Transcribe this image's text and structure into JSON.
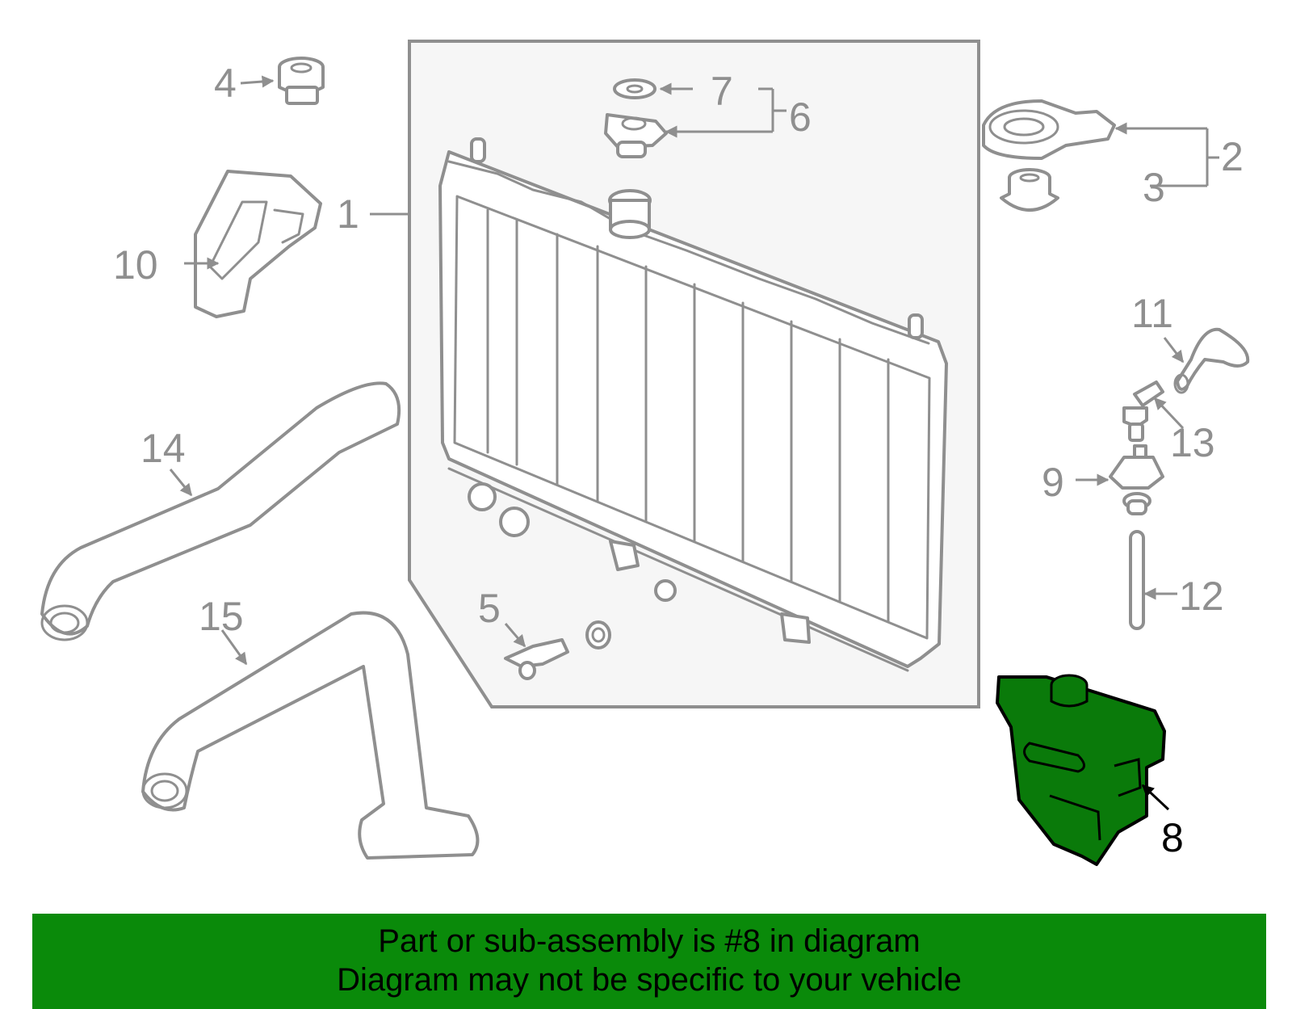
{
  "callouts": {
    "c1": "1",
    "c2": "2",
    "c3": "3",
    "c4": "4",
    "c5": "5",
    "c6": "6",
    "c7": "7",
    "c8": "8",
    "c9": "9",
    "c10": "10",
    "c11": "11",
    "c12": "12",
    "c13": "13",
    "c14": "14",
    "c15": "15"
  },
  "highlighted_part": "8",
  "banner": {
    "line1": "Part or sub-assembly is #8 in diagram",
    "line2": "Diagram may not be specific to your vehicle"
  },
  "colors": {
    "highlight": "#0a8a0a",
    "banner_bg": "#0a8a0a",
    "part_outline": "#8f8f8f",
    "panel_bg": "#f6f6f6"
  }
}
